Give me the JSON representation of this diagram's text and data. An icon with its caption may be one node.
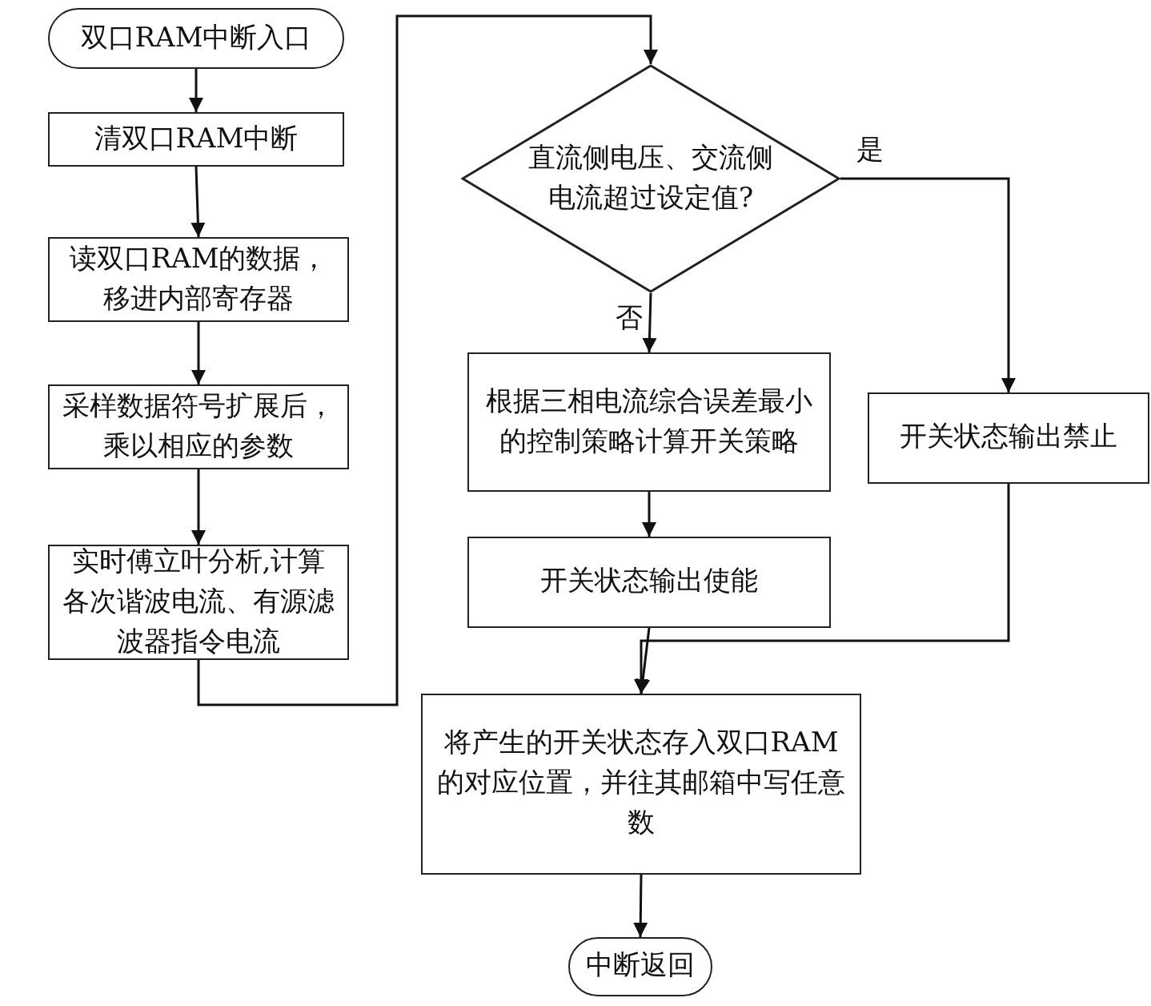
{
  "diagram": {
    "nodes": [
      {
        "text": [
          "双口RAM中断入口"
        ]
      },
      {
        "text": [
          "清双口RAM中断"
        ]
      },
      {
        "text": [
          "读双口RAM的数据，移进内部寄存器"
        ]
      },
      {
        "text": [
          "采样数据符号扩展后，乘以相应的参数"
        ]
      },
      {
        "text": [
          "实时傅立叶分析,计算各次谐波电流、有源滤波器指令电流"
        ]
      },
      {
        "text": [
          "直流侧电压、交流侧电流超过设定值?"
        ]
      },
      {
        "text": [
          "根据三相电流综合误差最小的控制策略计算开关策略"
        ]
      },
      {
        "text": [
          "开关状态输出禁止"
        ]
      },
      {
        "text": [
          "开关状态输出使能"
        ]
      },
      {
        "text": [
          "将产生的开关状态存入双口RAM的对应位置，并往其邮箱中写任意数"
        ]
      },
      {
        "text": [
          "中断返回"
        ]
      }
    ],
    "edges": [
      {
        "from": 0,
        "to": 1,
        "arrow": "to"
      },
      {
        "from": 1,
        "to": 2,
        "arrow": "to"
      },
      {
        "from": 2,
        "to": 3,
        "arrow": "to"
      },
      {
        "from": 3,
        "to": 4,
        "arrow": "to"
      },
      {
        "from": 4,
        "to": 5,
        "arrow": "to"
      },
      {
        "from": 5,
        "to": 6,
        "arrow": "to",
        "label": "否"
      },
      {
        "from": 5,
        "to": 7,
        "arrow": "to",
        "label": "是"
      },
      {
        "from": 6,
        "to": 8,
        "arrow": "to"
      },
      {
        "from": 8,
        "to": 9,
        "arrow": "to"
      },
      {
        "from": 7,
        "to": 9,
        "arrow": "to"
      },
      {
        "from": 9,
        "to": 10,
        "arrow": "to"
      }
    ]
  }
}
